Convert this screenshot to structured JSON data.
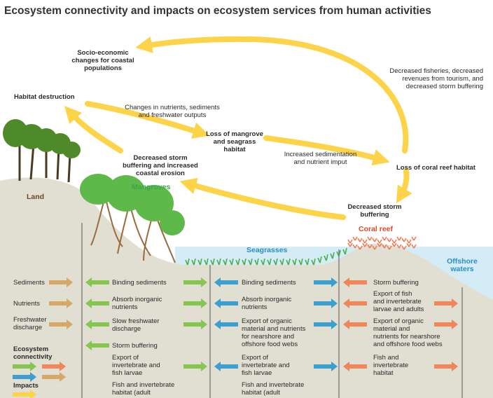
{
  "title": "Ecosystem connectivity and impacts on ecosystem services from human activities",
  "colors": {
    "impact_arrow": "#fdd34a",
    "land_arrow": "#d6a868",
    "mangrove_arrow": "#86c54f",
    "seagrass_arrow": "#3d9fcf",
    "coral_arrow": "#f0875a",
    "ground": "#e1ded2",
    "water": "#cfeaf5"
  },
  "cycle": {
    "socio_economic": "Socio-economic\nchanges for coastal\npopulations",
    "habitat_destruction": "Habitat destruction",
    "nutrients_change": "Changes in nutrients, sediments\nand freshwater outputs",
    "loss_mangrove": "Loss of mangrove\nand seagrass\nhabitat",
    "decreased_fisheries": "Decreased fisheries, decreased\nrevenues from tourism, and\ndecreased storm buffering",
    "increased_sedimentation": "Increased sedimentation\nand nutrient imput",
    "loss_coral": "Loss of coral reef habitat",
    "decreased_storm_coastal": "Decreased storm\nbuffering and increased\ncoastal erosion",
    "decreased_storm": "Decreased storm\nbuffering"
  },
  "zones": {
    "land": "Land",
    "mangroves": "Mangroves",
    "seagrasses": "Seagrasses",
    "coral": "Coral reef",
    "offshore": "Offshore\nwaters"
  },
  "land_col": {
    "sediments": "Sediments",
    "nutrients": "Nutrients",
    "freshwater": "Freshwater\ndischarge"
  },
  "mangrove_col": {
    "binding": "Binding sediments",
    "absorb": "Absorb inorganic\nnutrients",
    "slow": "Slow freshwater\ndischarge",
    "storm": "Storm buffering",
    "export": "Export of\ninvertebrate and\nfish larvae",
    "habitat": "Fish and invertebrate\nhabitat (adult"
  },
  "seagrass_col": {
    "binding": "Binding sediments",
    "absorb": "Absorb inorganic\nnutrients",
    "export_organic": "Export of organic\nmaterial and nutrients\nfor nearshore and\noffshore food webs",
    "export_larvae": "Export of\ninvertebrate and\nfish larvae",
    "habitat": "Fish and invertebrate\nhabitat (adult"
  },
  "coral_col": {
    "storm": "Storm buffering",
    "export_fish": "Export of fish\nand invertebrate\nlarvae and adults",
    "export_organic": "Export of organic\nmaterial and\nnutrients for nearshore\nand offshore food webs",
    "habitat": "Fish and\ninvertebrate\nhabitat"
  },
  "legend": {
    "connectivity": "Ecosystem\nconnectivity",
    "impacts": "Impacts"
  }
}
